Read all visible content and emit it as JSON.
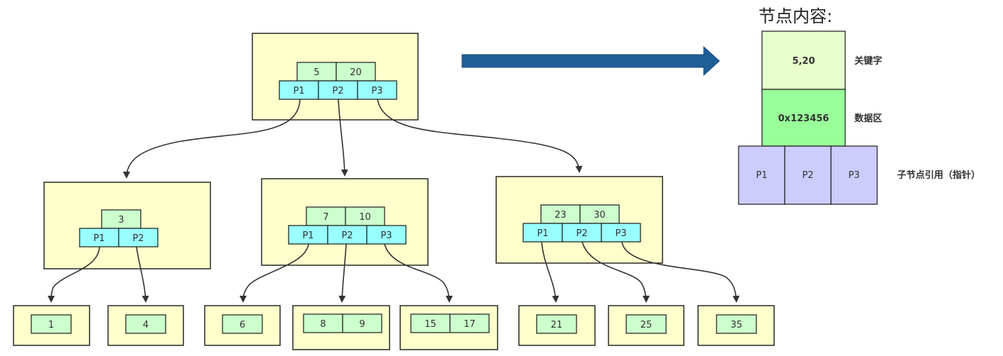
{
  "tree": {
    "root": {
      "keys": [
        "5",
        "20"
      ],
      "pointers": [
        "P1",
        "P2",
        "P3"
      ]
    },
    "level1": [
      {
        "keys": [
          "3"
        ],
        "pointers": [
          "P1",
          "P2"
        ]
      },
      {
        "keys": [
          "7",
          "10"
        ],
        "pointers": [
          "P1",
          "P2",
          "P3"
        ]
      },
      {
        "keys": [
          "23",
          "30"
        ],
        "pointers": [
          "P1",
          "P2",
          "P3"
        ]
      }
    ],
    "leaves": [
      {
        "keys": [
          "1"
        ]
      },
      {
        "keys": [
          "4"
        ]
      },
      {
        "keys": [
          "6"
        ]
      },
      {
        "keys": [
          "8",
          "9"
        ]
      },
      {
        "keys": [
          "15",
          "17"
        ]
      },
      {
        "keys": [
          "21"
        ]
      },
      {
        "keys": [
          "25"
        ]
      },
      {
        "keys": [
          "35"
        ]
      }
    ]
  },
  "legend": {
    "title": "节点内容:",
    "key_value": "5,20",
    "key_label": "关键字",
    "data_value": "0x123456",
    "data_label": "数据区",
    "pointers": [
      "P1",
      "P2",
      "P3"
    ],
    "pointer_label": "子节点引用（指针）"
  },
  "colors": {
    "node_fill": "#ffffcc",
    "key_fill": "#ccffcc",
    "pointer_fill": "#99ffff",
    "arrow": "#1f5f99",
    "legend_key_fill": "#e6ffcc",
    "legend_data_fill": "#99ff99",
    "legend_pointer_fill": "#ccccff"
  }
}
